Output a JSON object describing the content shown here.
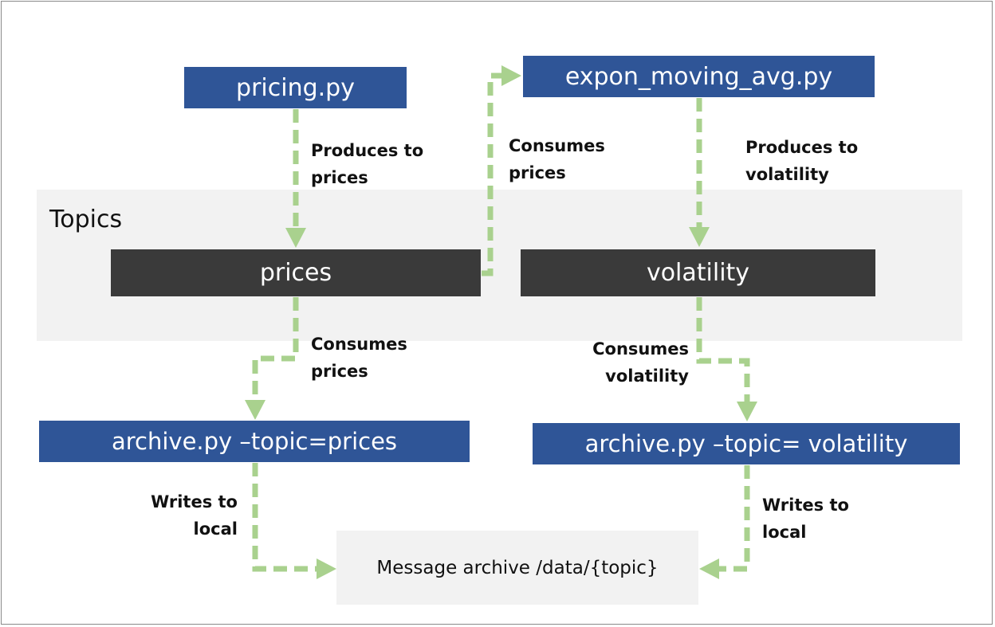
{
  "colors": {
    "process_box": "#2f5597",
    "topic_box": "#3a3a3a",
    "topics_band": "#f2f2f2",
    "arrow": "#a9d18e"
  },
  "topics_label": "Topics",
  "nodes": {
    "pricing": "pricing.py",
    "ema": "expon_moving_avg.py",
    "prices_topic": "prices",
    "volatility_topic": "volatility",
    "archive_prices": "archive.py –topic=prices",
    "archive_volatility": "archive.py –topic= volatility",
    "message_archive": "Message archive /data/{topic}"
  },
  "edges": {
    "produces_prices": [
      "Produces to",
      "prices"
    ],
    "consumes_prices_ema": [
      "Consumes",
      "prices"
    ],
    "produces_volatility": [
      "Produces to",
      "volatility"
    ],
    "consumes_prices_archive": [
      "Consumes",
      "prices"
    ],
    "consumes_volatility_archive": [
      "Consumes",
      "volatility"
    ],
    "writes_local_prices": [
      "Writes to",
      "local"
    ],
    "writes_local_volatility": [
      "Writes to",
      "local"
    ]
  }
}
